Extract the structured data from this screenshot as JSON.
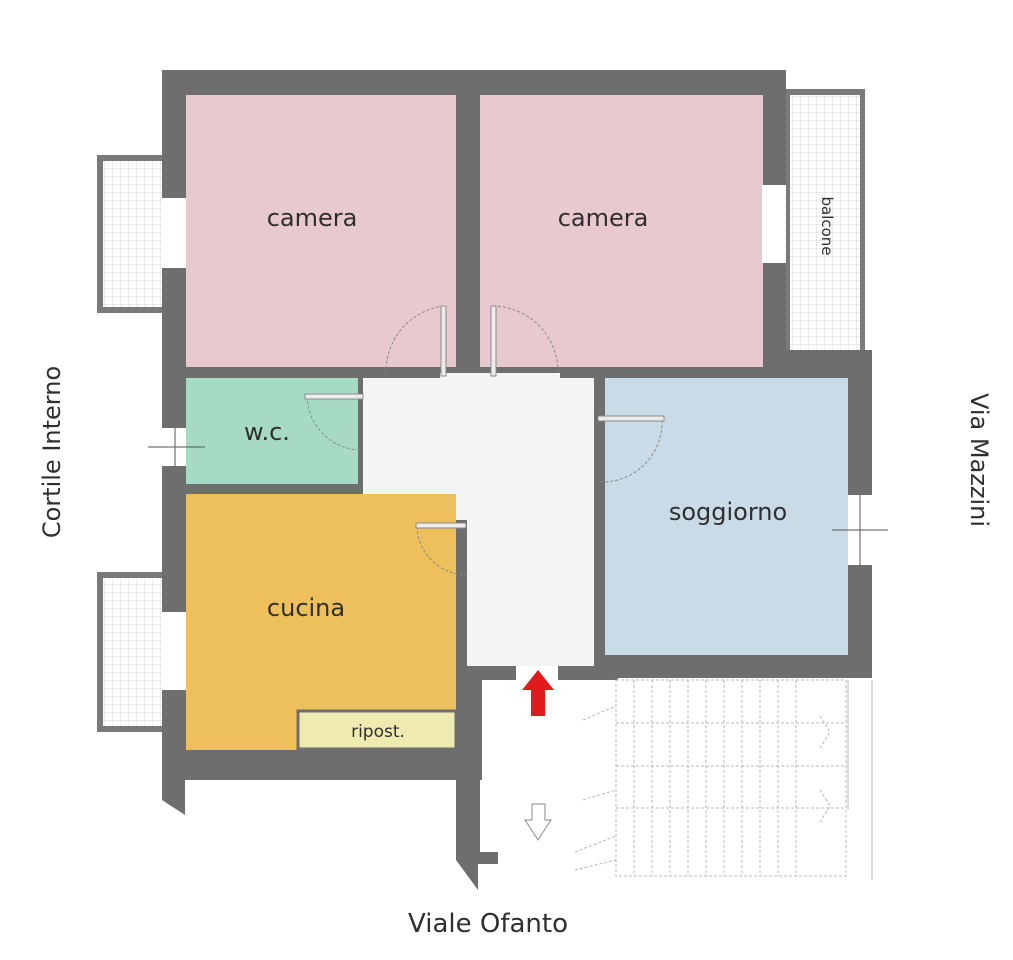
{
  "rooms": {
    "camera_left": {
      "label": "camera",
      "color": "#e8c9cf"
    },
    "camera_right": {
      "label": "camera",
      "color": "#e8c9cf"
    },
    "wc": {
      "label": "w.c.",
      "color": "#a7dac4"
    },
    "cucina": {
      "label": "cucina",
      "color": "#edc05c"
    },
    "soggiorno": {
      "label": "soggiorno",
      "color": "#c9dbe6"
    },
    "ripostiglio": {
      "label": "ripost.",
      "color": "#eeeab0"
    },
    "balcone": {
      "label": "balcone"
    },
    "corridor": {
      "color": "#f4f4f4"
    }
  },
  "streets": {
    "left": "Cortile Interno",
    "right": "Via Mazzini",
    "bottom": "Viale Ofanto"
  },
  "colors": {
    "wall": "#6e6e6e",
    "entrance_arrow": "#e01b1b",
    "balcony_grid": "#c8c8c8"
  },
  "icons": {
    "entrance": "up-arrow-icon",
    "stairs_down": "down-arrow-icon"
  }
}
